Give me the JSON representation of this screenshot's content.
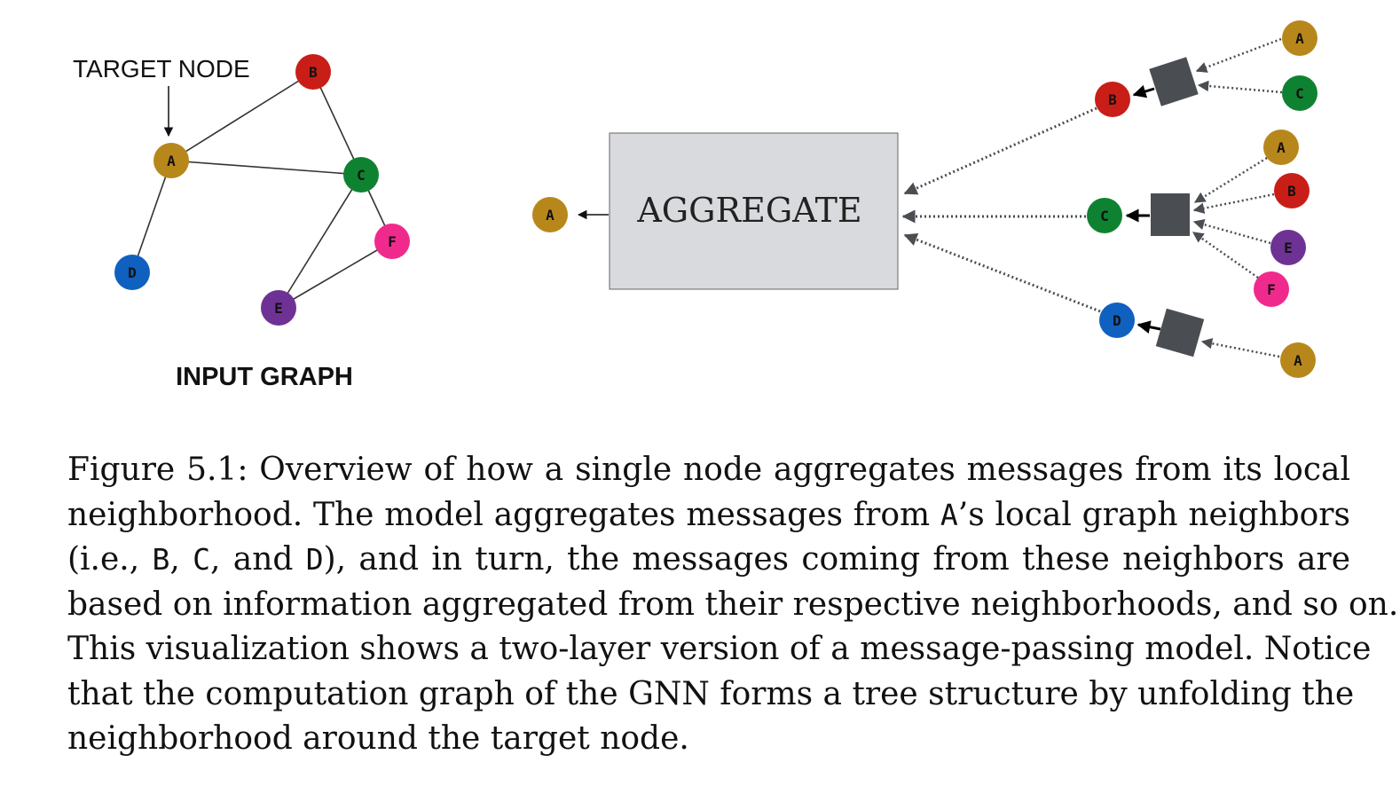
{
  "input_graph": {
    "target_label": "TARGET NODE",
    "title": "INPUT GRAPH",
    "nodes": [
      {
        "id": "A",
        "label": "A",
        "color": "#b8871c"
      },
      {
        "id": "B",
        "label": "B",
        "color": "#c81e17"
      },
      {
        "id": "C",
        "label": "C",
        "color": "#0f8232"
      },
      {
        "id": "D",
        "label": "D",
        "color": "#1060c0"
      },
      {
        "id": "E",
        "label": "E",
        "color": "#6e3294"
      },
      {
        "id": "F",
        "label": "F",
        "color": "#f02a8c"
      }
    ],
    "edges": [
      [
        "A",
        "B"
      ],
      [
        "A",
        "C"
      ],
      [
        "A",
        "D"
      ],
      [
        "B",
        "C"
      ],
      [
        "C",
        "E"
      ],
      [
        "C",
        "F"
      ],
      [
        "E",
        "F"
      ]
    ]
  },
  "computation_graph": {
    "aggregate_label": "AGGREGATE",
    "output_node": {
      "label": "A",
      "color": "#b8871c"
    },
    "layer1": [
      {
        "label": "B",
        "color": "#c81e17"
      },
      {
        "label": "C",
        "color": "#0f8232"
      },
      {
        "label": "D",
        "color": "#1060c0"
      }
    ],
    "layer2": [
      {
        "parent": "B",
        "label": "A",
        "color": "#b8871c"
      },
      {
        "parent": "B",
        "label": "C",
        "color": "#0f8232"
      },
      {
        "parent": "C",
        "label": "A",
        "color": "#b8871c"
      },
      {
        "parent": "C",
        "label": "B",
        "color": "#c81e17"
      },
      {
        "parent": "C",
        "label": "E",
        "color": "#6e3294"
      },
      {
        "parent": "C",
        "label": "F",
        "color": "#f02a8c"
      },
      {
        "parent": "D",
        "label": "A",
        "color": "#b8871c"
      }
    ],
    "aggregator_color": "#4a4d52",
    "aggregate_box_fill": "#d9dadd"
  },
  "caption": {
    "lines": [
      [
        {
          "t": "Figure 5.1:  Overview of how a single node aggregates messages from its local"
        }
      ],
      [
        {
          "t": "neighborhood.  The model aggregates messages from "
        },
        {
          "t": "A",
          "mono": true
        },
        {
          "t": "’s local graph neighbors"
        }
      ],
      [
        {
          "t": "(i.e., "
        },
        {
          "t": "B",
          "mono": true
        },
        {
          "t": ", "
        },
        {
          "t": "C",
          "mono": true
        },
        {
          "t": ", and "
        },
        {
          "t": "D",
          "mono": true
        },
        {
          "t": "), and in turn, the messages coming from these neighbors are"
        }
      ],
      [
        {
          "t": "based on information aggregated from their respective neighborhoods, and so on."
        }
      ],
      [
        {
          "t": "This visualization shows a two-layer version of a message-passing model.  Notice"
        }
      ],
      [
        {
          "t": "that the computation graph of the GNN forms a tree structure by unfolding the"
        }
      ],
      [
        {
          "t": "neighborhood around the target node."
        }
      ]
    ]
  }
}
